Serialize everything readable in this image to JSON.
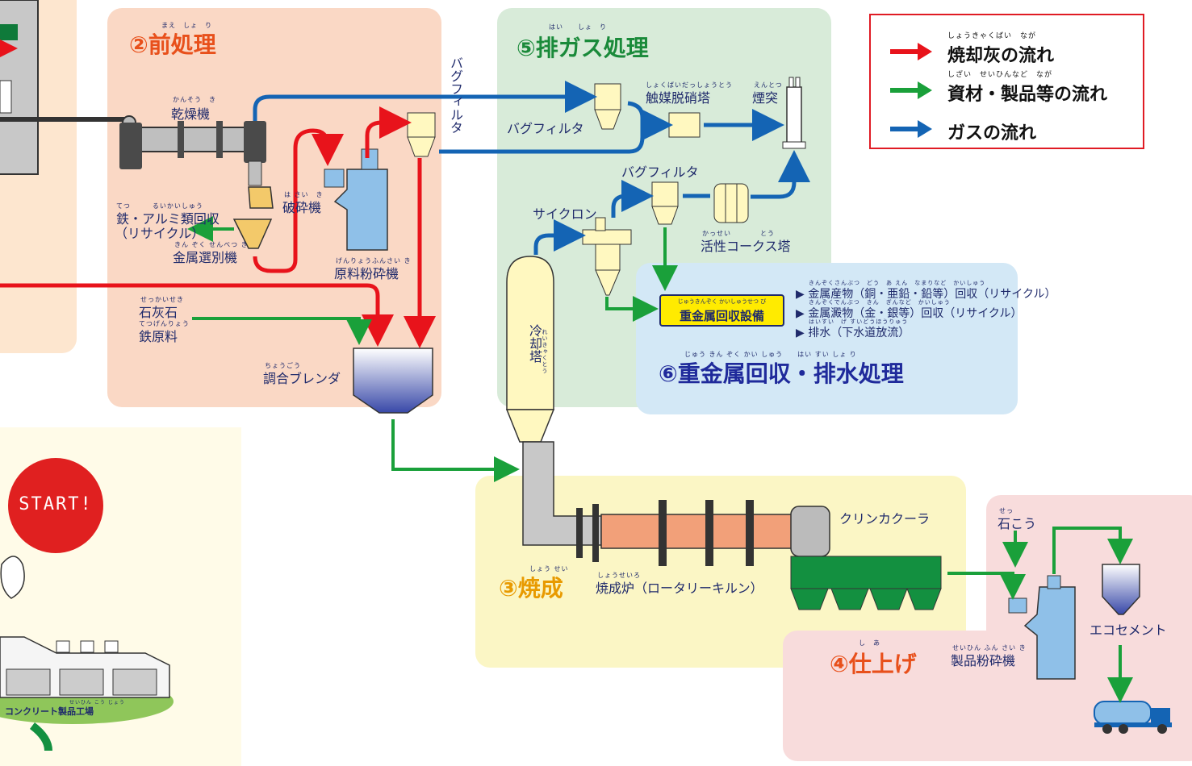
{
  "legend": {
    "items": [
      {
        "ruby": "しょうきゃくばい　なが",
        "label": "焼却灰の流れ",
        "color": "#e8131b"
      },
      {
        "ruby": "しざい　せいひんなど　なが",
        "label": "資材・製品等の流れ",
        "color": "#1aa03a"
      },
      {
        "ruby": "",
        "label": "ガスの流れ",
        "color": "#1464b4"
      }
    ]
  },
  "sections": {
    "pretreatment": {
      "title": "②前処理",
      "ruby": "まえ　しょ　り"
    },
    "exhaust": {
      "title": "⑤排ガス処理",
      "ruby": "はい　　しょ　り"
    },
    "burning": {
      "title": "③焼成",
      "ruby": "しょう せい"
    },
    "finishing": {
      "title": "④仕上げ",
      "ruby": "し　あ"
    },
    "heavymetal": {
      "title": "⑥重金属回収・排水処理",
      "ruby": "じゅう きん ぞく かい しゅう　　はい すい しょ り"
    }
  },
  "labels": {
    "dryer": {
      "text": "乾燥機",
      "ruby": "かんそう　き"
    },
    "iron_alu": {
      "text": "鉄・アルミ類回収",
      "ruby": "てつ　　　るいかいしゅう"
    },
    "recycle": {
      "text": "（リサイクル）"
    },
    "metal_sorter": {
      "text": "金属選別機",
      "ruby": "きん ぞく せんべつ き"
    },
    "crusher": {
      "text": "破砕機",
      "ruby": "は さい　き"
    },
    "raw_mill": {
      "text": "原料粉砕機",
      "ruby": "げんりょうふんさい き"
    },
    "bag_filter_vertical": {
      "text": "バグフィルタ"
    },
    "limestone": {
      "text": "石灰石",
      "ruby": "せっかいせき"
    },
    "iron_raw": {
      "text": "鉄原料",
      "ruby": "てつげんりょう"
    },
    "blender": {
      "text": "調合ブレンダ",
      "ruby": "ちょうごう"
    },
    "bag_filter_1": {
      "text": "バグフィルタ"
    },
    "catalyst": {
      "text": "触媒脱硝塔",
      "ruby": "しょくばいだっしょうとう"
    },
    "chimney": {
      "text": "煙突",
      "ruby": "えんとつ"
    },
    "bag_filter_2": {
      "text": "バグフィルタ"
    },
    "cyclone": {
      "text": "サイクロン"
    },
    "activated_coke": {
      "text": "活性コークス塔",
      "ruby": "かっせい　　　　とう"
    },
    "cooling_tower": {
      "text": "冷却塔",
      "ruby": "れいきゃくとう"
    },
    "heavy_metal_facility": {
      "text": "重金属回収設備",
      "ruby": "じゅうきんぞく かいしゅうせつ び"
    },
    "hm_out_1": {
      "text": "▶ 金属産物（銅・亜鉛・鉛等）回収（リサイクル）",
      "ruby": "きんぞくさんぶつ　どう　あ えん　なまりなど　かいしゅう"
    },
    "hm_out_2": {
      "text": "▶ 金属澱物（金・銀等）回収（リサイクル）",
      "ruby": "きんぞくでんぶつ　きん　ぎんなど　かいしゅう"
    },
    "hm_out_3": {
      "text": "▶ 排水（下水道放流）",
      "ruby": "はいすい　げ すいどうほうりゅう"
    },
    "kiln": {
      "text": "焼成炉（ロータリーキルン）",
      "ruby": "しょうせいろ"
    },
    "clinker_cooler": {
      "text": "クリンカクーラ"
    },
    "gypsum": {
      "text": "石こう",
      "ruby": "せっ"
    },
    "product_mill": {
      "text": "製品粉砕機",
      "ruby": "せいひん ふん さい き"
    },
    "ecocement": {
      "text": "エコセメント"
    },
    "factory": {
      "text": "コンクリート製品工場",
      "ruby": "せいひん こう じょう"
    },
    "start": {
      "text": "START!"
    }
  }
}
